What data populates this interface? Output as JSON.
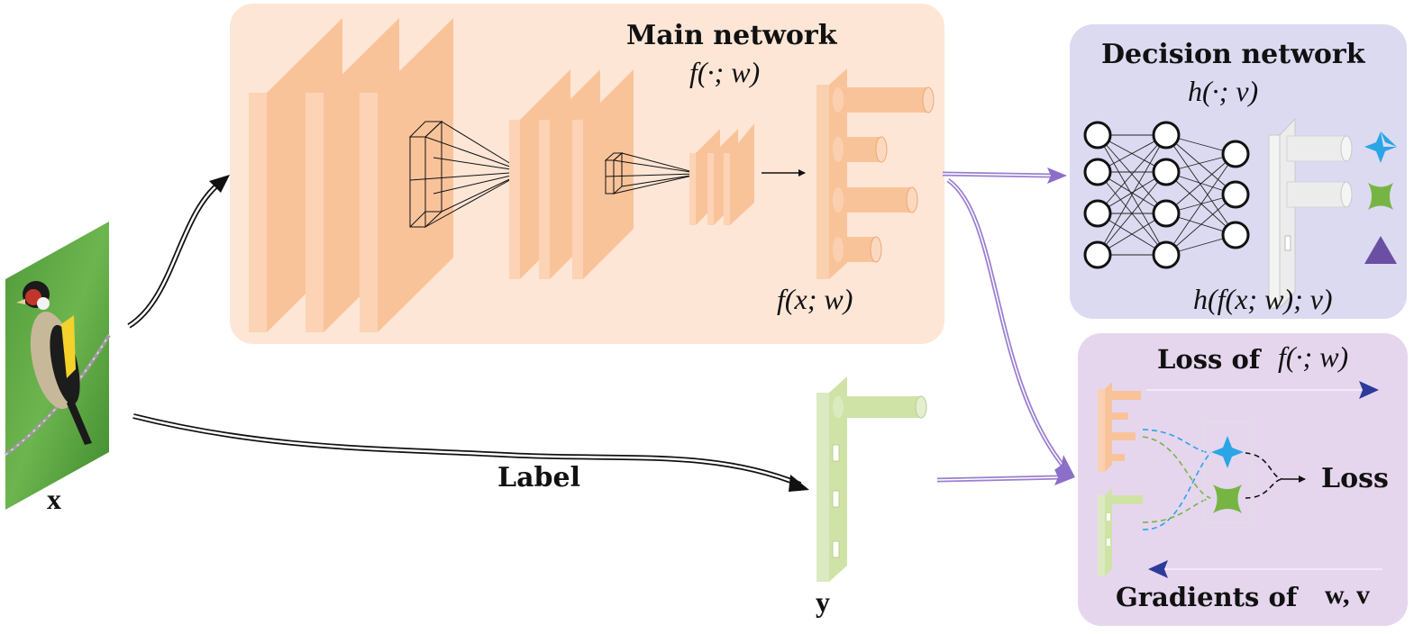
{
  "main_network": {
    "title": "Main network",
    "func": "f(·; w)",
    "output": "f(x; w)",
    "fill": "#fde6d6",
    "layer_color": "#f9c39a"
  },
  "decision_network": {
    "title": "Decision network",
    "func": "h(·; v)",
    "output": "h(f(x; w); v)",
    "fill": "#dcdaf1"
  },
  "loss_panel": {
    "loss_of": "Loss of",
    "loss_of_func": "f(·; w)",
    "loss": "Loss",
    "gradients_of": "Gradients of",
    "gradients_vars": "w, v",
    "fill": "#e5d6ee"
  },
  "input": {
    "label": "x"
  },
  "label_arrow": {
    "label": "Label"
  },
  "target": {
    "label": "y",
    "color": "#cfe3a6"
  },
  "colors": {
    "star_blue": "#2aa5e6",
    "cross_green": "#76b544",
    "triangle_purple": "#6b4fa3",
    "arrow_purple": "#9a7fd0",
    "arrow_navy": "#2c3a9c"
  }
}
